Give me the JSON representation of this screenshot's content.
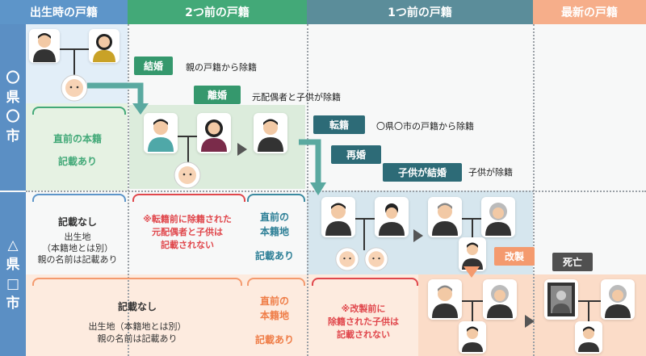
{
  "headers": {
    "birth": "出生時の戸籍",
    "two_before": "2つ前の戸籍",
    "one_before": "1つ前の戸籍",
    "latest": "最新の戸籍"
  },
  "rows": {
    "top": [
      "〇",
      "県",
      "〇",
      "市"
    ],
    "bottom": [
      "△",
      "県",
      "□",
      "市"
    ]
  },
  "tags": {
    "marriage": "結婚",
    "divorce": "離婚",
    "transfer": "転籍",
    "remarriage": "再婚",
    "child_marriage": "子供が結婚",
    "revision": "改製",
    "death": "死亡"
  },
  "notes": {
    "marriage_note": "親の戸籍から除籍",
    "divorce_note": "元配偶者と子供が除籍",
    "transfer_note": "〇県〇市の戸籍から除籍",
    "child_marriage_note": "子供が除籍"
  },
  "top_left": {
    "line1": "直前の本籍",
    "line2": "記載あり"
  },
  "middle": {
    "col1_line1": "記載なし",
    "col1_line2": "出生地",
    "col1_line3": "（本籍地とは別）",
    "col1_line4": "親の名前は記載あり",
    "col2_line1": "※転籍前に除籍された",
    "col2_line2": "元配偶者と子供は",
    "col2_line3": "記載されない",
    "col3_line1": "直前の",
    "col3_line2": "本籍地",
    "col3_line3": "記載あり"
  },
  "bottom": {
    "col1_line1": "記載なし",
    "col1_line2": "出生地（本籍地とは別）",
    "col1_line3": "親の名前は記載あり",
    "col2_line1": "直前の",
    "col2_line2": "本籍地",
    "col2_line3": "記載あり",
    "col3_line1": "※改製前に",
    "col3_line2": "除籍された子供は",
    "col3_line3": "記載されない"
  },
  "colors": {
    "header_birth": "#5d95c9",
    "header_green": "#43a978",
    "header_teal": "#5b8d9a",
    "header_orange": "#f6ae8a",
    "row_label": "#5b8fc4",
    "green_zone": "#dcecdc",
    "blue_zone": "#d6e6ee",
    "orange_zone": "#fde6d8",
    "light_blue": "#e2eef8",
    "red_text": "#e0474c"
  }
}
